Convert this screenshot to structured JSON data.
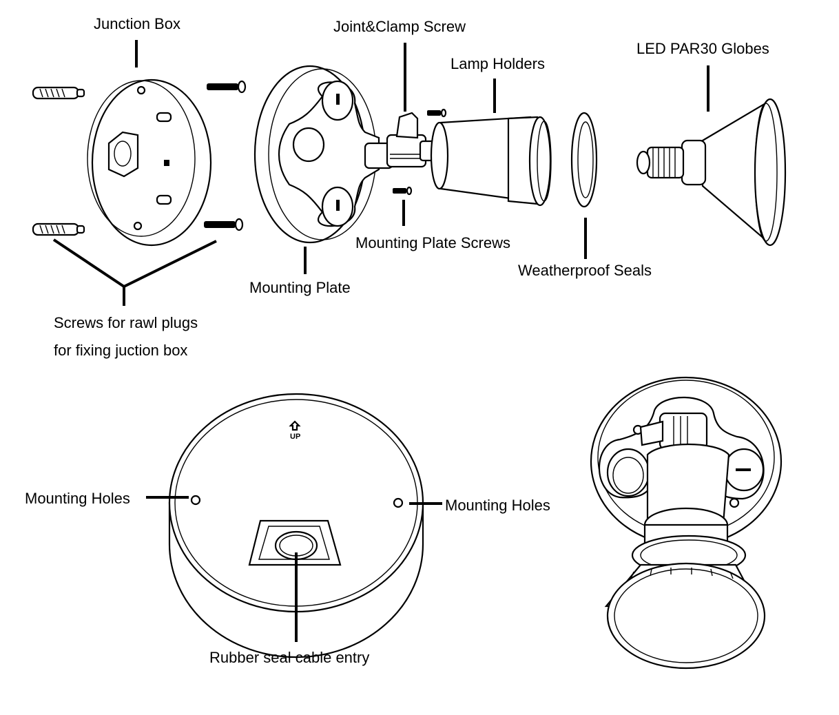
{
  "labels": {
    "junction_box": "Junction Box",
    "joint_clamp_screw": "Joint&Clamp Screw",
    "lamp_holders": "Lamp Holders",
    "led_globes": "LED PAR30 Globes",
    "mounting_plate_screws": "Mounting Plate Screws",
    "weatherproof_seals": "Weatherproof Seals",
    "mounting_plate": "Mounting Plate",
    "rawl_plug_screws_line1": "Screws for rawl plugs",
    "rawl_plug_screws_line2": "for fixing juction box",
    "mounting_holes_left": "Mounting Holes",
    "mounting_holes_right": "Mounting Holes",
    "rubber_seal": "Rubber seal cable entry",
    "up_mark": "UP"
  }
}
